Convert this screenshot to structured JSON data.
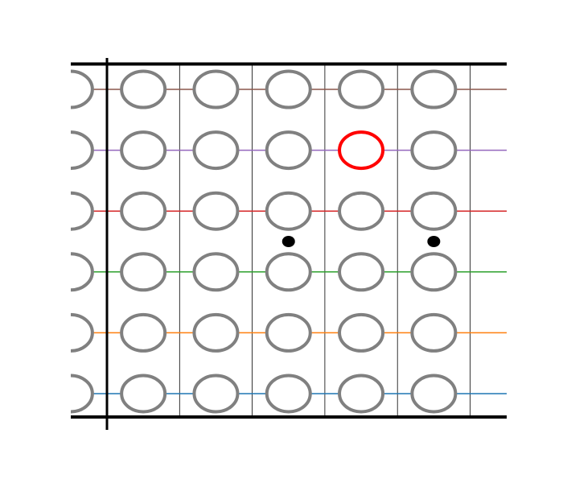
{
  "diagram": {
    "rows": [
      {
        "color": "#1f77b4"
      },
      {
        "color": "#ff7f0e"
      },
      {
        "color": "#2ca02c"
      },
      {
        "color": "#d62728"
      },
      {
        "color": "#9467bd"
      },
      {
        "color": "#8c564b"
      }
    ],
    "columns": 6,
    "highlighted_node": {
      "row": 4,
      "column": 4,
      "color": "#ff0000"
    },
    "markers": [
      {
        "column": 3,
        "between_rows": [
          2,
          3
        ],
        "color": "#000000"
      },
      {
        "column": 5,
        "between_rows": [
          2,
          3
        ],
        "color": "#000000"
      }
    ],
    "node_color": "#808080",
    "frame_color": "#000000",
    "gridline_color": "#000000"
  }
}
